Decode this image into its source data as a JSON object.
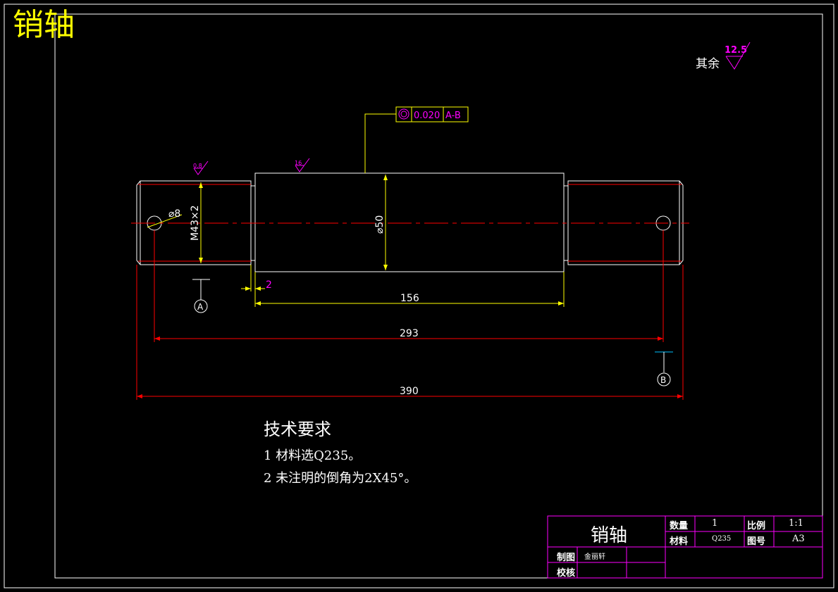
{
  "corner_title": "销轴",
  "roughness": {
    "other_label": "其余",
    "other_value": "12.5",
    "left_shoulder": "0.8",
    "mid": "16"
  },
  "tolerance_frame": {
    "symbol": "concentricity-icon",
    "value": "0.020",
    "datum": "A-B"
  },
  "dimensions": {
    "hole": "⌀8",
    "thread": "M43×2",
    "diameter_mid": "⌀50",
    "shoulder_gap": "2",
    "mid_length": "156",
    "hole_spacing": "293",
    "total_length": "390"
  },
  "datums": {
    "a": "A",
    "b": "B"
  },
  "tech_requirements": {
    "heading": "技术要求",
    "item1": "1 材料选Q235。",
    "item2": "2 未注明的倒角为2X45°。"
  },
  "title_block": {
    "part_name": "销轴",
    "qty_label": "数量",
    "qty_value": "1",
    "scale_label": "比例",
    "scale_value": "1:1",
    "material_label": "材料",
    "material_value": "Q235",
    "drawing_no_label": "图号",
    "drawing_no_value": "A3",
    "drawn_label": "制图",
    "drawn_value": "金丽轩",
    "checked_label": "校核"
  },
  "colors": {
    "background": "#000000",
    "outline": "#ffffff",
    "dimension": "#ffff00",
    "centerline": "#ff0000",
    "annotation": "#ff00ff"
  }
}
